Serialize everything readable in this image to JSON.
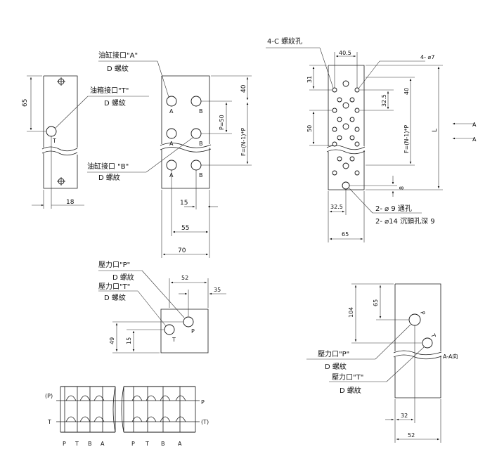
{
  "view1": {
    "dim_65": "65",
    "dim_18": "18",
    "port_t_letter": "T",
    "label_tank_port": "油箱接口\"T\"",
    "label_tank_thread": "D 螺紋"
  },
  "view2": {
    "label_port_a": "油缸接口\"A\"",
    "label_port_a_thread": "D 螺紋",
    "label_port_b": "油缸接口 \"B\"",
    "label_port_b_thread": "D 螺紋",
    "dim_40": "40",
    "dim_p50": "P=50",
    "dim_f": "F=(N-1)*P",
    "dim_15": "15",
    "dim_55": "55",
    "dim_70": "70",
    "letter_a": "A",
    "letter_b": "B"
  },
  "view3": {
    "label_4c": "4-C 螺紋孔",
    "dim_405": "40.5",
    "label_4phi7": "4- ⌀7",
    "dim_31": "31",
    "dim_325": "32.5",
    "dim_40": "40",
    "dim_50": "50",
    "dim_f": "F=(N-1)*P",
    "dim_l": "L",
    "dim_8": "8",
    "dim_325b": "32.5",
    "dim_65": "65",
    "label_through": "2- ⌀ 9  通孔",
    "label_counterbore": "2- ⌀14 沉頭孔深 9",
    "arrow_a_top": "A",
    "arrow_a_bottom": "A"
  },
  "view4": {
    "label_p_port": "壓力口\"P\"",
    "label_p_thread": "D 螺紋",
    "label_t_port": "壓力口\"T\"",
    "label_t_thread": "D 螺紋",
    "dim_52": "52",
    "dim_35": "35",
    "dim_49": "49",
    "dim_15": "15",
    "letter_p": "P",
    "letter_t": "T"
  },
  "view5": {
    "dim_104": "104",
    "dim_65": "65",
    "letter_p": "P",
    "letter_t": "T",
    "label_p_port": "壓力口\"P\"",
    "label_p_thread": "D 螺紋",
    "label_t_port": "壓力口\"T\"",
    "label_t_thread": "D 螺紋",
    "label_section": "A-A向",
    "dim_32": "32",
    "dim_52": "52"
  },
  "schematic": {
    "left_p": "(P)",
    "left_t": "T",
    "right_p": "P",
    "right_t": "(T)",
    "ports": [
      "P",
      "T",
      "B",
      "A",
      "P",
      "T",
      "B",
      "A"
    ]
  }
}
